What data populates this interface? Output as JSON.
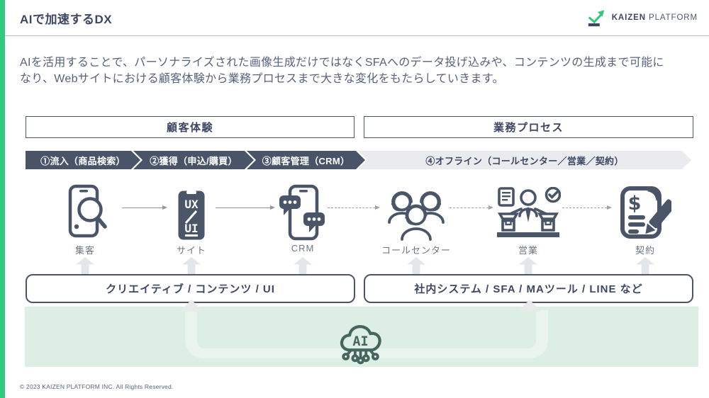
{
  "header": {
    "title": "AIで加速するDX",
    "logo_bold": "KAIZEN",
    "logo_light": "PLATFORM"
  },
  "intro": {
    "line1": "AIを活用することで、パーソナライズされた画像生成だけではなくSFAへのデータ投げ込みや、コンテンツの生成まで可能に",
    "line2": "なり、Webサイトにおける顧客体験から業務プロセスまで大きな変化をもたらしていきます。"
  },
  "sections": {
    "customer": "顧客体験",
    "business": "業務プロセス"
  },
  "funnel_steps": [
    {
      "label": "①流入（商品検索）",
      "variant": "dark"
    },
    {
      "label": "②獲得（申込/購買）",
      "variant": "dark"
    },
    {
      "label": "③顧客管理（CRM）",
      "variant": "dark"
    },
    {
      "label": "④オフライン（コールセンター／営業／契約）",
      "variant": "light"
    }
  ],
  "journey_nodes": [
    {
      "label": "集客",
      "icon": "phone-search-icon"
    },
    {
      "label": "サイト",
      "icon": "uxui-phone-icon"
    },
    {
      "label": "CRM",
      "icon": "phone-chat-icon"
    },
    {
      "label": "コールセンター",
      "icon": "call-center-icon"
    },
    {
      "label": "営業",
      "icon": "sales-desk-icon"
    },
    {
      "label": "契約",
      "icon": "contract-icon"
    }
  ],
  "uxui_icon_text": {
    "top": "UX",
    "bottom": "UI"
  },
  "layers": {
    "creative": "クリエイティブ / コンテンツ / UI",
    "systems": "社内システム / SFA / MAツール / LINE など"
  },
  "ai_label": "AI",
  "footer": {
    "copyright": "© 2023 KAIZEN PLATFORM INC. All Rights Reserved."
  },
  "colors": {
    "brand_green": "#30c97e",
    "navy": "#4a5568",
    "green_bg": "#ddefe4",
    "ai_teal": "#47655f"
  }
}
